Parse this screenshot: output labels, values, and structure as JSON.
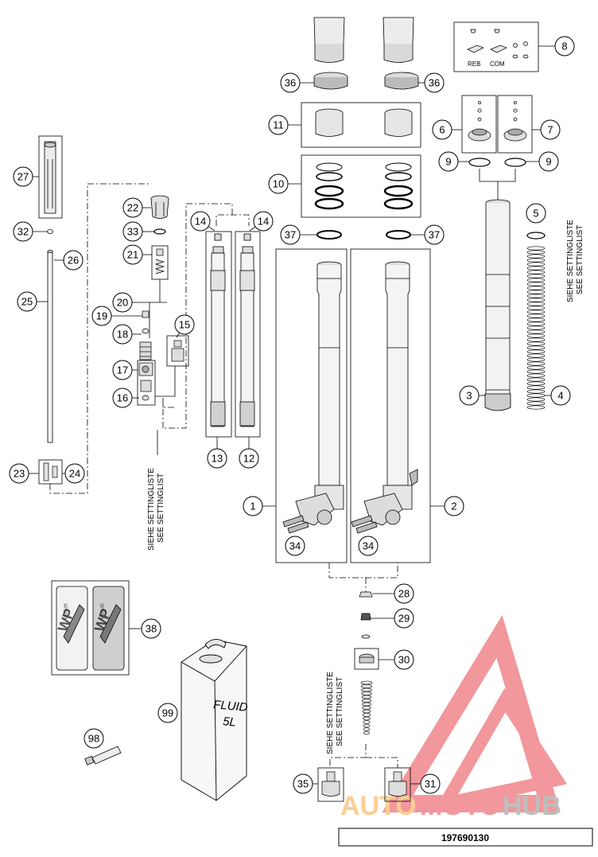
{
  "diagram": {
    "document_number": "197690130",
    "setting_list_de": "SIEHE SETTINGLISTE",
    "setting_list_en": "SEE SETTINGLIST",
    "label_reb": "REB",
    "label_com": "COM",
    "fluid_line1": "FLUID",
    "fluid_line2": "5L",
    "decal_brand": "WP",
    "decal_tagline": "XPLOR",
    "watermark_auto": "AUTO",
    "watermark_moto": "MOTO",
    "watermark_hub": "HUB",
    "callouts": {
      "c1": "1",
      "c2": "2",
      "c3": "3",
      "c4": "4",
      "c5": "5",
      "c6": "6",
      "c7": "7",
      "c8": "8",
      "c9a": "9",
      "c9b": "9",
      "c10": "10",
      "c11": "11",
      "c12": "12",
      "c13": "13",
      "c14a": "14",
      "c14b": "14",
      "c15": "15",
      "c16": "16",
      "c17": "17",
      "c18": "18",
      "c19": "19",
      "c20": "20",
      "c21": "21",
      "c22": "22",
      "c23": "23",
      "c24": "24",
      "c25": "25",
      "c26": "26",
      "c27": "27",
      "c28": "28",
      "c29": "29",
      "c30": "30",
      "c31": "31",
      "c32": "32",
      "c33": "33",
      "c34a": "34",
      "c34b": "34",
      "c35": "35",
      "c36a": "36",
      "c36b": "36",
      "c37a": "37",
      "c37b": "37",
      "c38": "38",
      "c98": "98",
      "c99": "99"
    },
    "colors": {
      "line": "#000000",
      "part_gray": "#d9d9d9",
      "watermark_red": "#e8434b",
      "watermark_orange": "#f7a83c",
      "watermark_gray": "#8a8a8a"
    }
  }
}
